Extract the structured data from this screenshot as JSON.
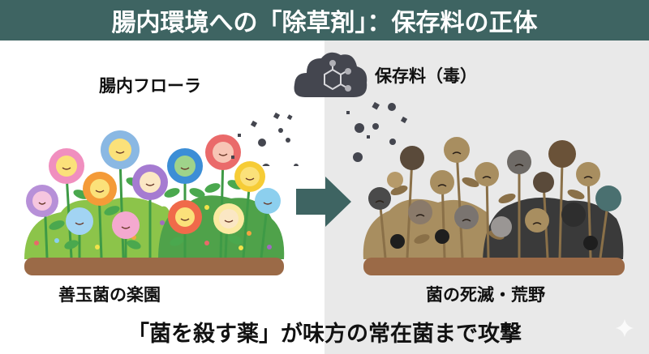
{
  "header": {
    "title": "腸内環境への「除草剤」：保存料の正体"
  },
  "left": {
    "top_label": "腸内フローラ",
    "bottom_label": "善玉菌の楽園",
    "background": "#ffffff"
  },
  "right": {
    "top_label": "保存料（毒）",
    "bottom_label": "菌の死滅・荒野",
    "background": "#e9e9e9"
  },
  "caption": "「菌を殺す薬」が味方の常在菌まで攻撃",
  "icons": {
    "cloud": "toxic-cloud-with-benzene-molecule",
    "arrow": "right-arrow",
    "sparkle": "four-point-sparkle"
  },
  "colors": {
    "header_bg": "#3e6462",
    "arrow": "#3e6462",
    "cloud": "#44464f",
    "soil": "#9b6a47",
    "bush_light": "#8cc44a",
    "bush_dark": "#4fa24a",
    "dead_bush": "#a88e60",
    "dark_smoke": "#3a3a3a"
  }
}
